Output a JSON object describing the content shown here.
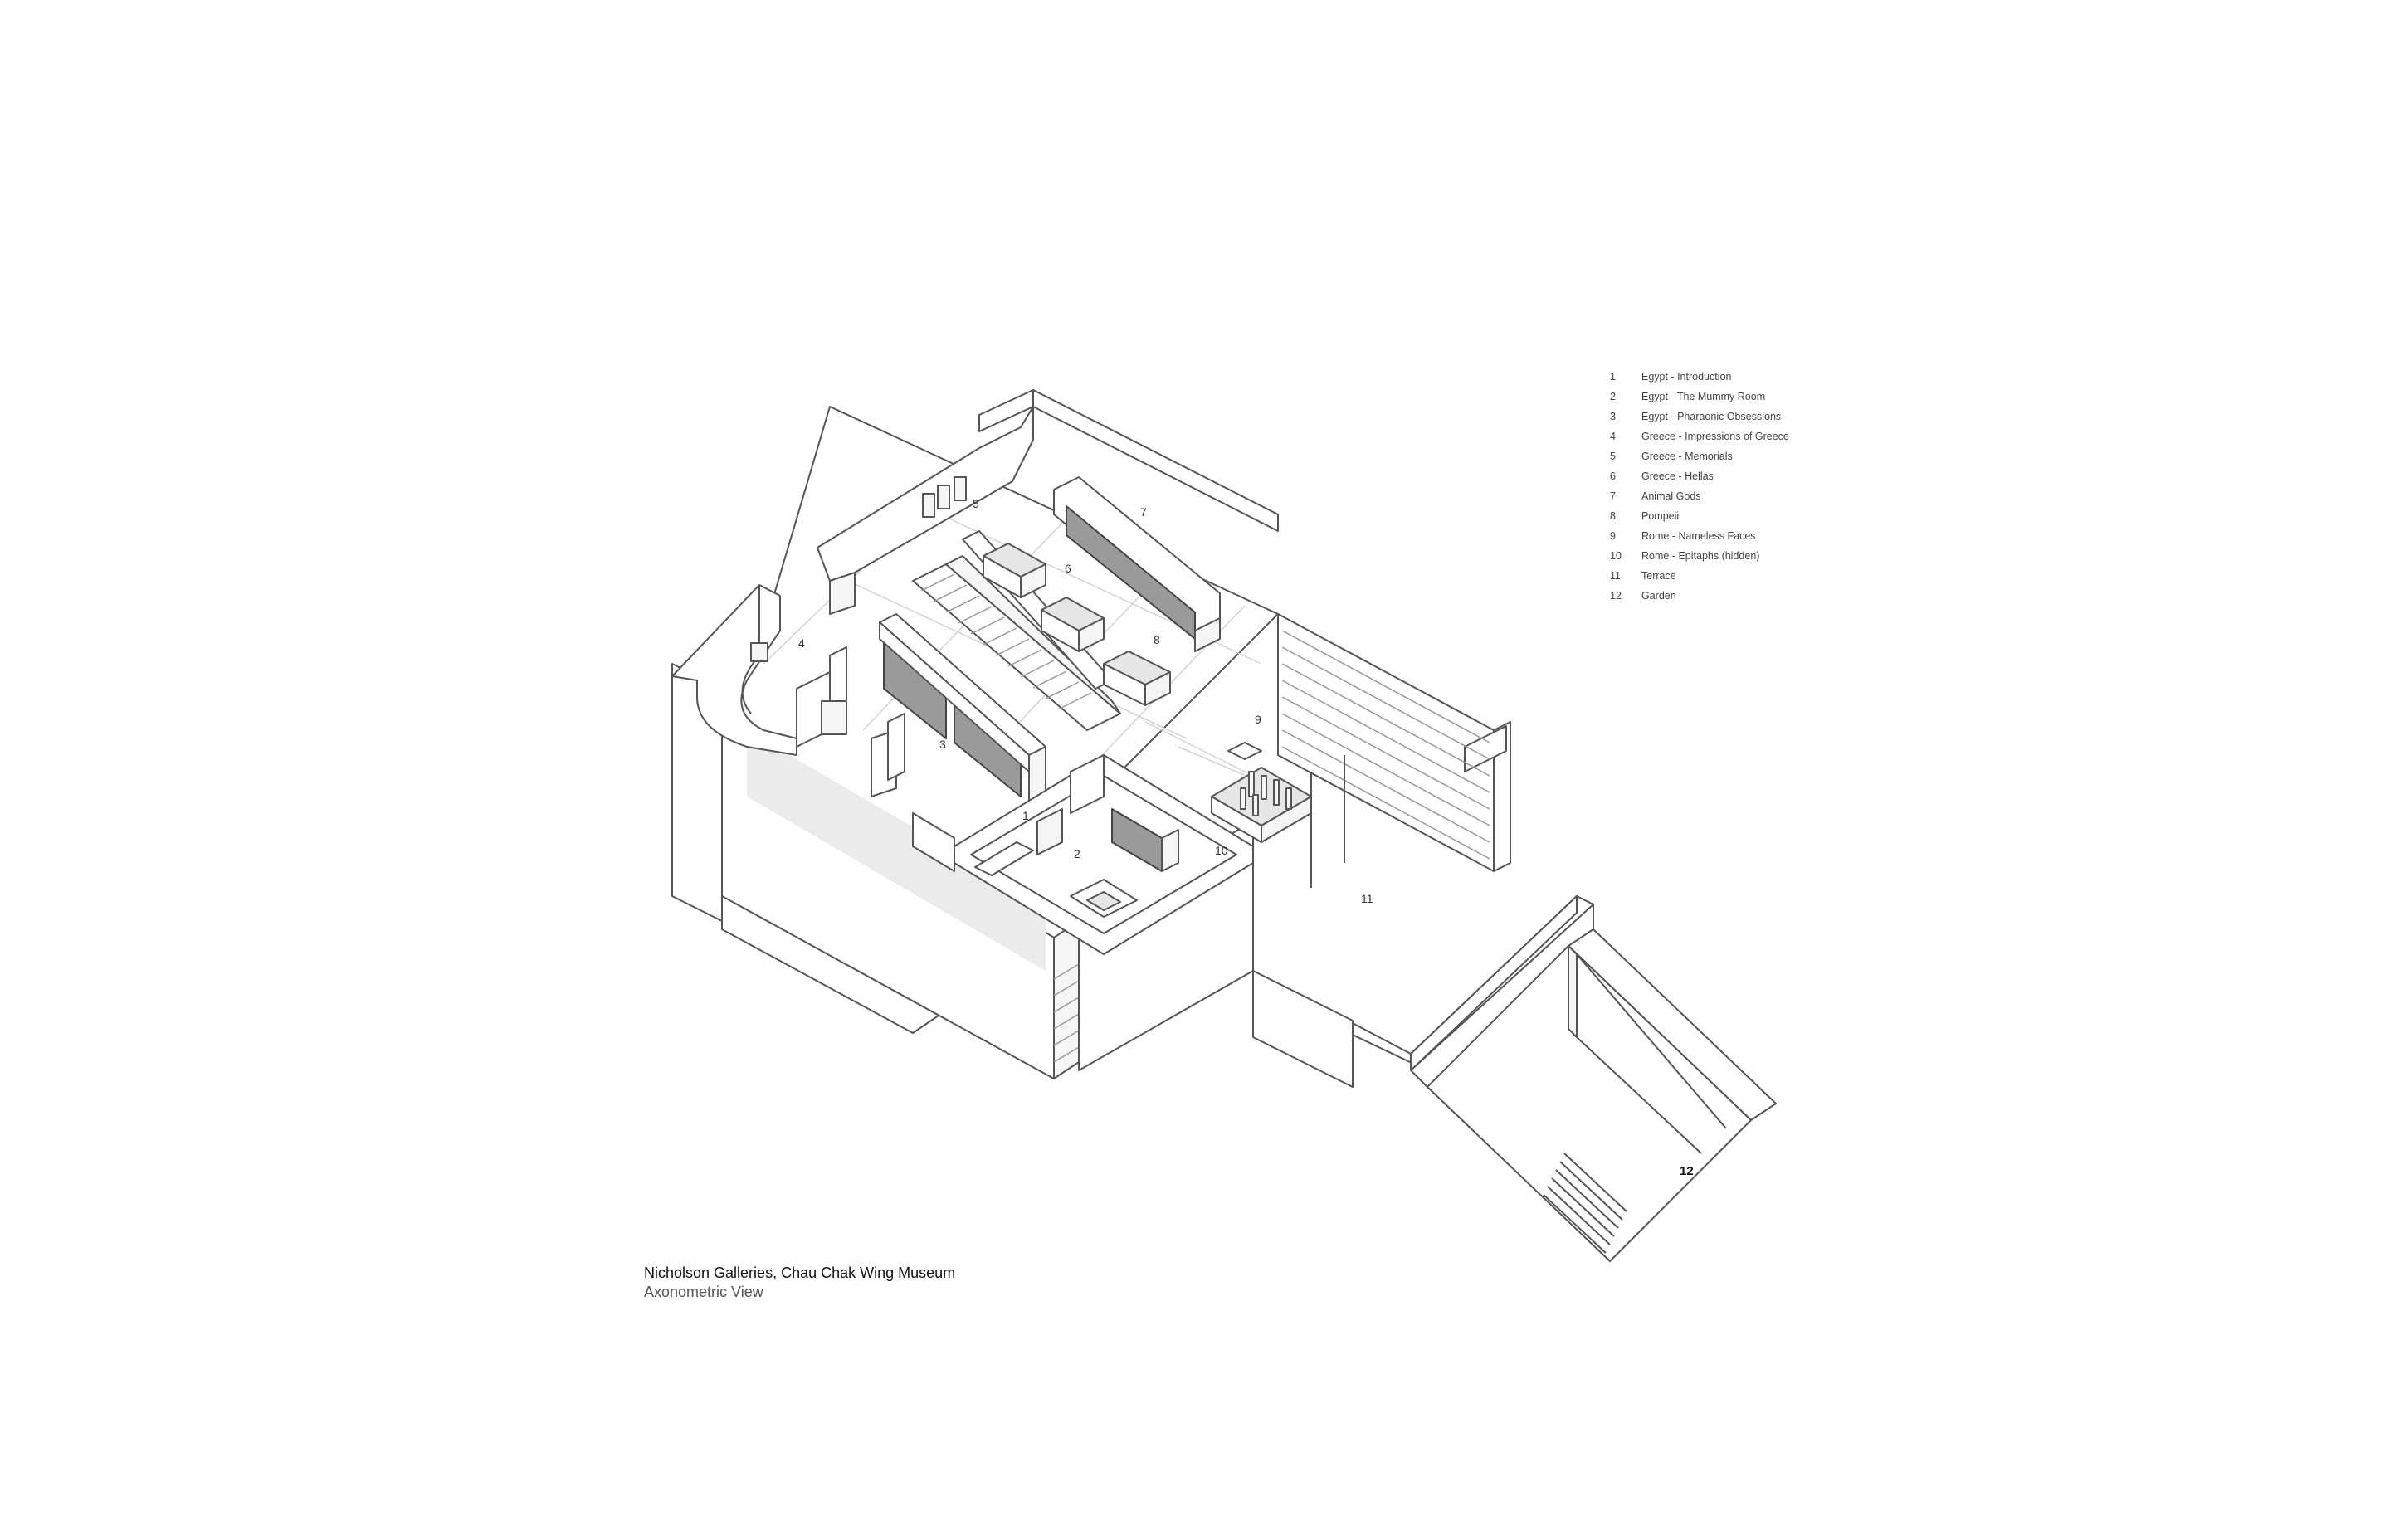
{
  "legend": [
    {
      "num": "1",
      "label": "Egypt - Introduction"
    },
    {
      "num": "2",
      "label": "Egypt - The Mummy Room"
    },
    {
      "num": "3",
      "label": "Egypt - Pharaonic Obsessions"
    },
    {
      "num": "4",
      "label": "Greece - Impressions of Greece"
    },
    {
      "num": "5",
      "label": "Greece - Memorials"
    },
    {
      "num": "6",
      "label": "Greece - Hellas"
    },
    {
      "num": "7",
      "label": "Animal Gods"
    },
    {
      "num": "8",
      "label": "Pompeii"
    },
    {
      "num": "9",
      "label": "Rome - Nameless Faces"
    },
    {
      "num": "10",
      "label": "Rome - Epitaphs (hidden)"
    },
    {
      "num": "11",
      "label": "Terrace"
    },
    {
      "num": "12",
      "label": "Garden"
    }
  ],
  "room_tags": [
    "1",
    "2",
    "3",
    "4",
    "5",
    "6",
    "7",
    "8",
    "9",
    "10",
    "11",
    "12"
  ],
  "caption": {
    "title": "Nicholson Galleries, Chau Chak Wing Museum",
    "subtitle": "Axonometric View"
  }
}
